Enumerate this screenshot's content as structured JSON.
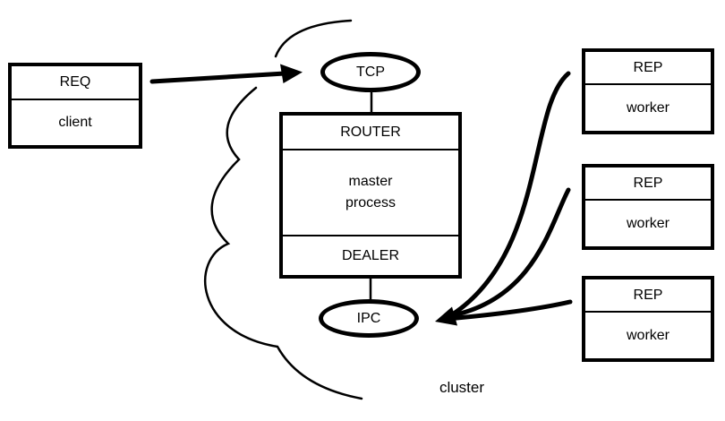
{
  "nodes": {
    "client": {
      "socket": "REQ",
      "role": "client"
    },
    "master": {
      "top_socket": "ROUTER",
      "role_line1": "master",
      "role_line2": "process",
      "bottom_socket": "DEALER"
    },
    "workers": [
      {
        "socket": "REP",
        "role": "worker"
      },
      {
        "socket": "REP",
        "role": "worker"
      },
      {
        "socket": "REP",
        "role": "worker"
      }
    ]
  },
  "endpoints": {
    "tcp": "TCP",
    "ipc": "IPC"
  },
  "cluster_label": "cluster",
  "colors": {
    "stroke": "#000000",
    "background": "#ffffff"
  }
}
